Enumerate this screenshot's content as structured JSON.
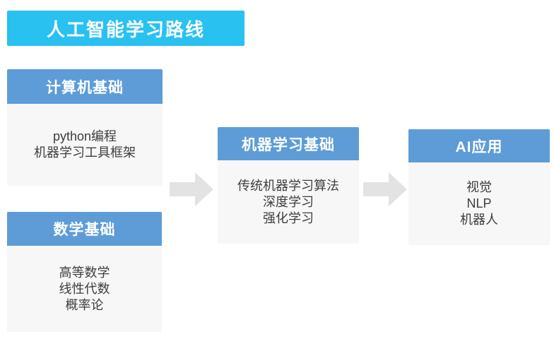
{
  "title": {
    "text": "人工智能学习路线"
  },
  "colors": {
    "banner_cyan": "#29c1f0",
    "header_blue": "#5d9cd7",
    "body_background": "#f7f7f8",
    "body_text": "#3d3d3d",
    "arrow_gray": "#e3e3e4"
  },
  "boxes": [
    {
      "id": "computer-basics",
      "header": "计算机基础",
      "items": [
        "python编程",
        "机器学习工具框架"
      ]
    },
    {
      "id": "math-basics",
      "header": "数学基础",
      "items": [
        "高等数学",
        "线性代数",
        "概率论"
      ]
    },
    {
      "id": "machine-learning-basics",
      "header": "机器学习基础",
      "items": [
        "传统机器学习算法",
        "深度学习",
        "强化学习"
      ]
    },
    {
      "id": "ai-applications",
      "header": "AI应用",
      "items": [
        "视觉",
        "NLP",
        "机器人"
      ]
    }
  ]
}
